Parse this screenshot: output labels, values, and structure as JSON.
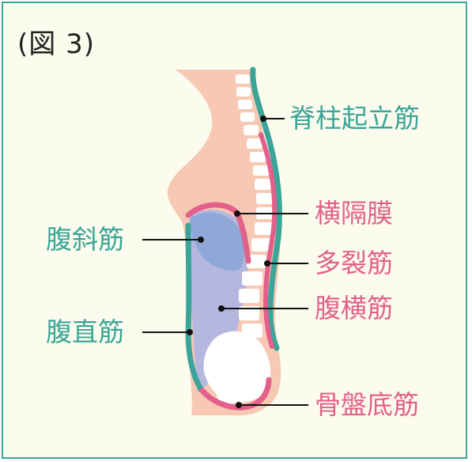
{
  "figure_label": "(図 3)",
  "labels": {
    "erector_spinae": "脊柱起立筋",
    "diaphragm": "横隔膜",
    "multifidus": "多裂筋",
    "transversus": "腹横筋",
    "pelvic_floor": "骨盤底筋",
    "oblique": "腹斜筋",
    "rectus": "腹直筋"
  },
  "colors": {
    "teal": "#3aa598",
    "pink": "#e2608a",
    "skin": "#f7c9b4",
    "lavender": "#b5b7df",
    "blue": "#8fa8d8",
    "frame": "#3aa598",
    "background": "#fcfcee"
  }
}
